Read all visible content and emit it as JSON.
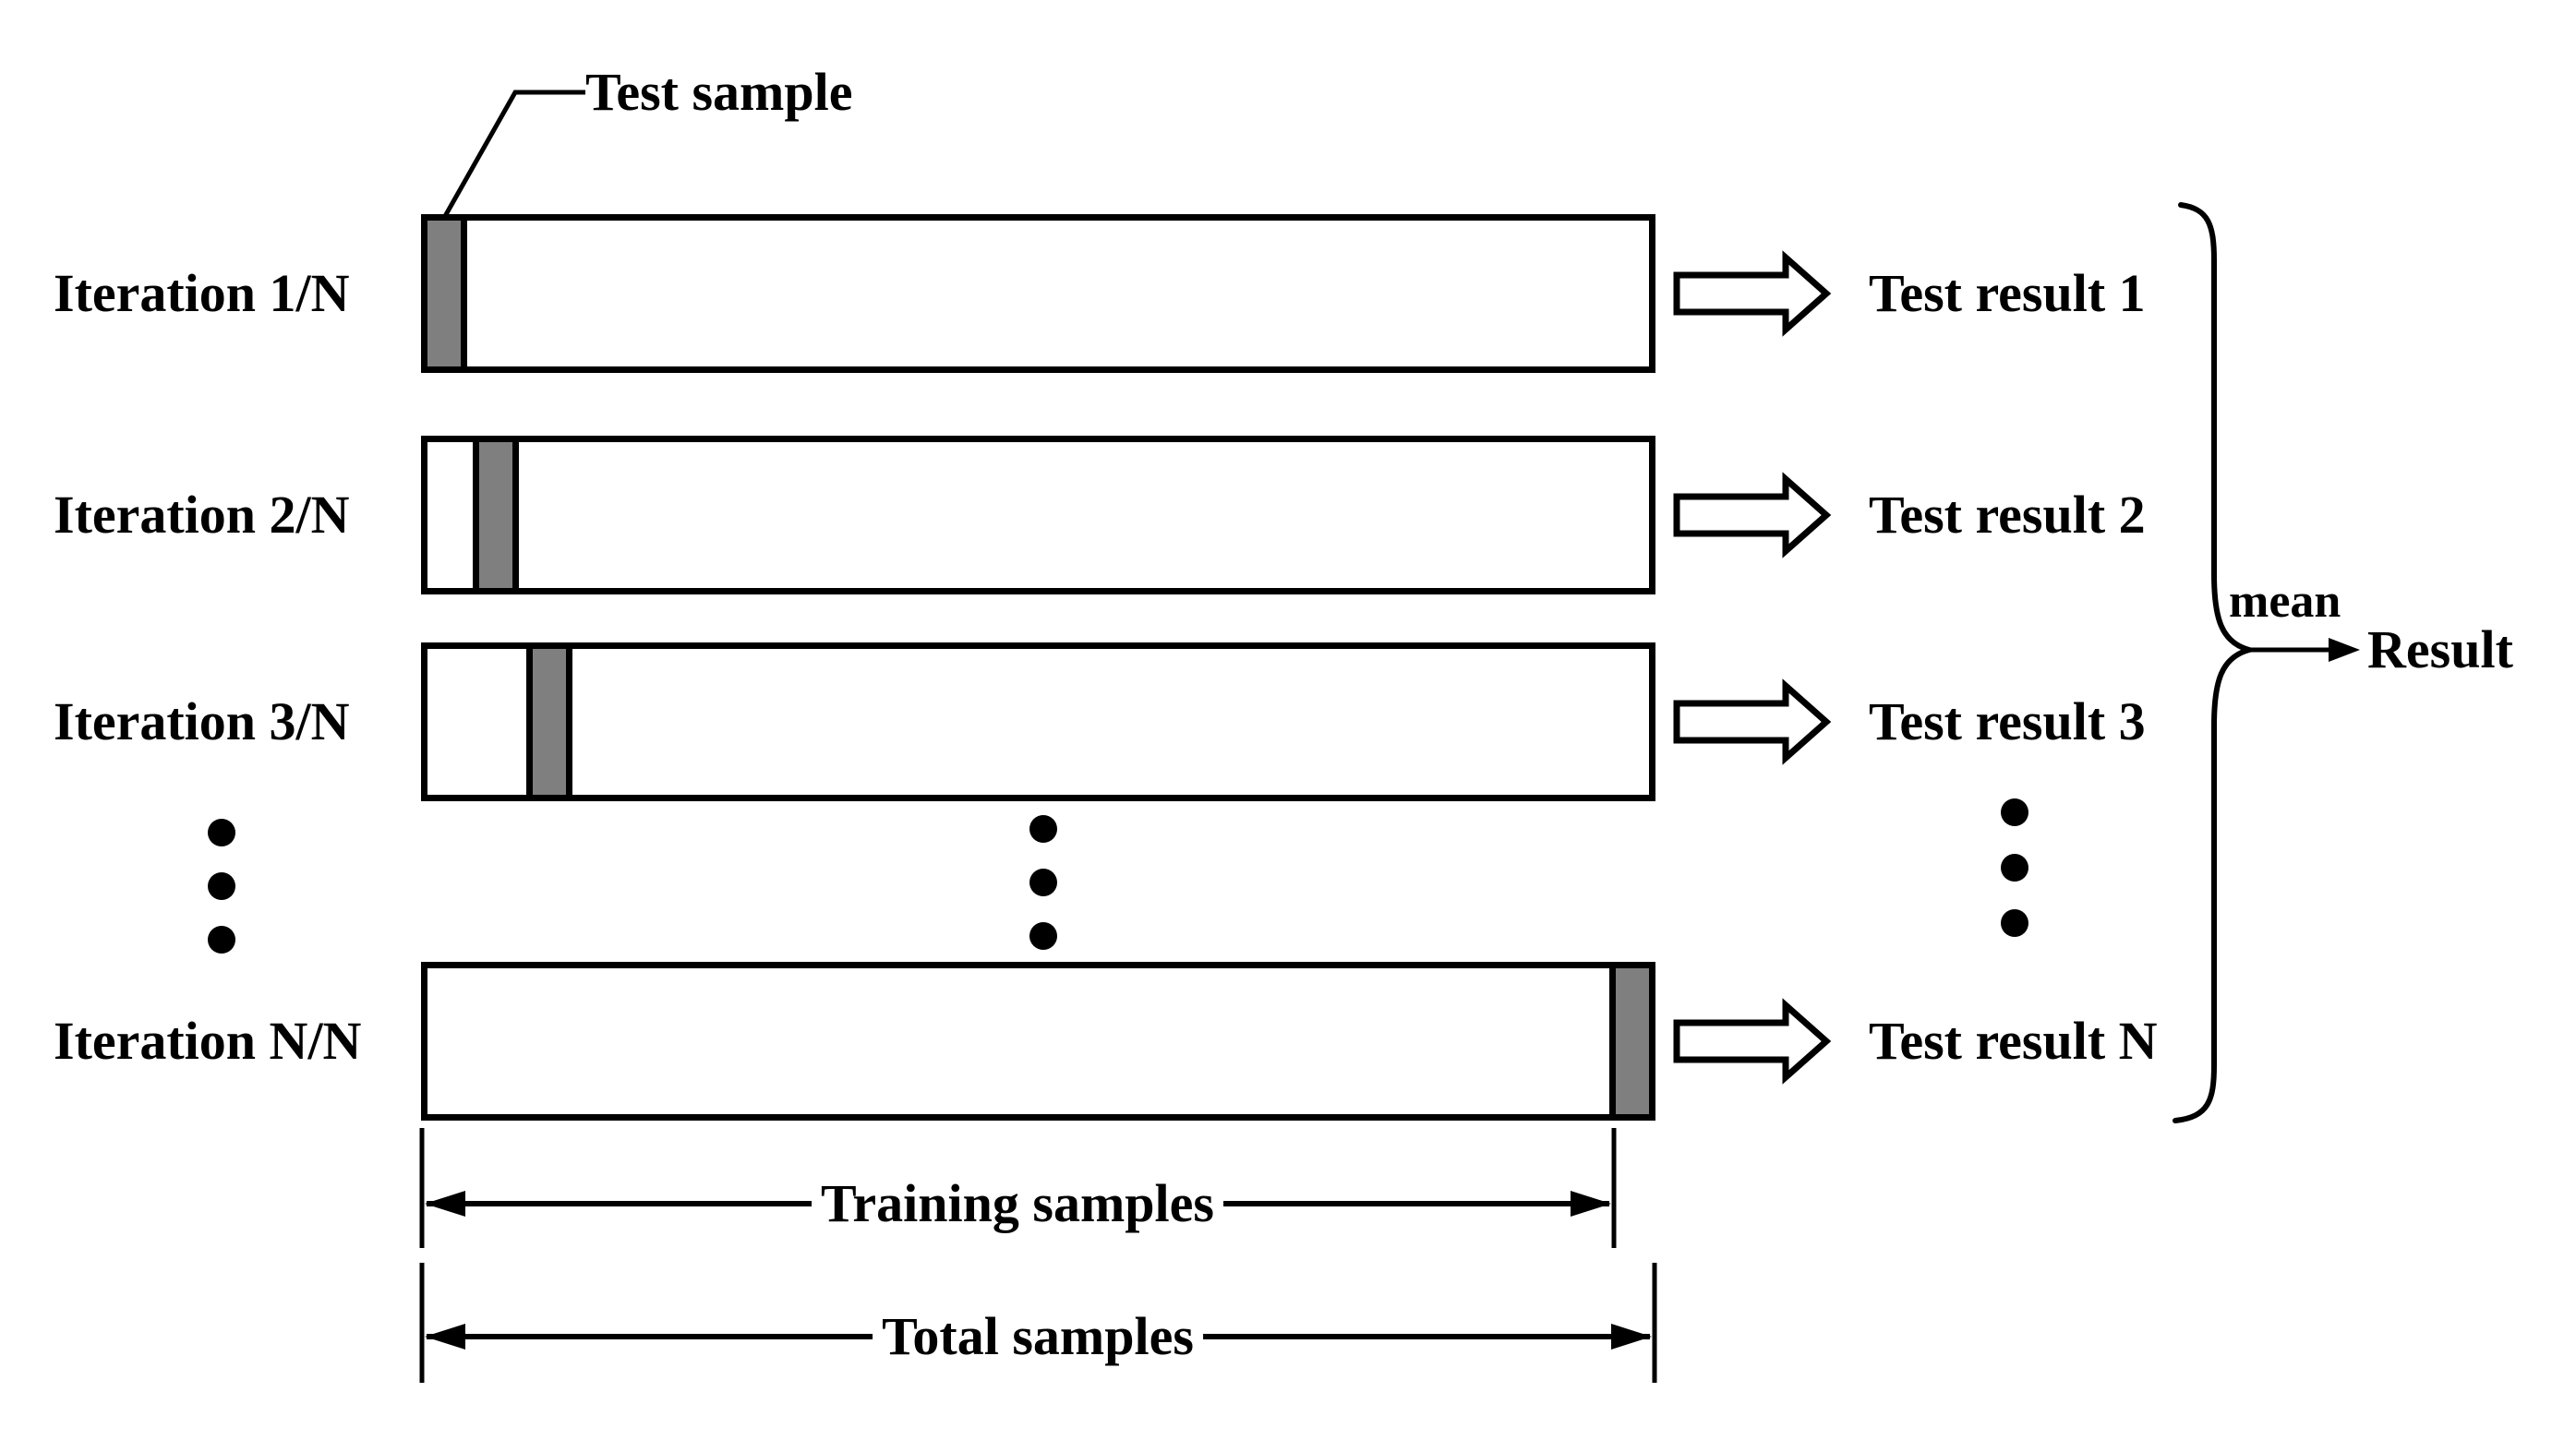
{
  "diagram": {
    "title_annotation": "Test sample",
    "rows": [
      {
        "label": "Iteration 1/N",
        "result": "Test result 1",
        "test_slot": "first"
      },
      {
        "label": "Iteration 2/N",
        "result": "Test result 2",
        "test_slot": "second"
      },
      {
        "label": "Iteration 3/N",
        "result": "Test result 3",
        "test_slot": "third"
      },
      {
        "label": "Iteration N/N",
        "result": "Test result N",
        "test_slot": "last"
      }
    ],
    "aggregation": {
      "mean_label": "mean",
      "result_label": "Result"
    },
    "dimensions": {
      "training_label": "Training samples",
      "total_label": "Total samples"
    },
    "ellipsis": "vertical dots between Iteration 3/N and Iteration N/N",
    "colors": {
      "test_block_fill": "#7f7f7f",
      "bar_fill": "#ffffff",
      "line": "#000000",
      "background": "#ffffff"
    }
  }
}
